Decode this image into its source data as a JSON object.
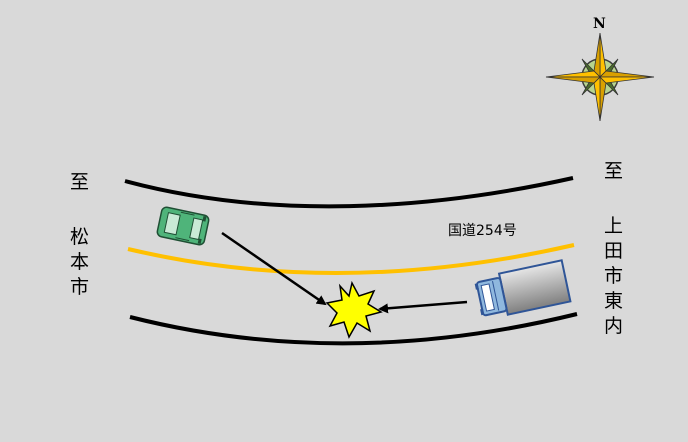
{
  "compass": {
    "north_label": "N",
    "icon": "compass-rose-icon"
  },
  "left_destination": {
    "prefix": "至",
    "place": [
      "松",
      "本",
      "市"
    ]
  },
  "right_destination": {
    "prefix": "至",
    "place": [
      "上",
      "田",
      "市",
      "東",
      "内"
    ]
  },
  "road_name": "国道254号",
  "vehicles": [
    {
      "name": "green car",
      "color": "#4fb47a"
    },
    {
      "name": "truck",
      "color": "#8fb8de"
    }
  ],
  "collision_icon": "explosion-icon",
  "colors": {
    "background": "#d9d9d9",
    "road_edge": "#000000",
    "center_line": "#ffc000",
    "collision_fill": "#ffff00"
  }
}
